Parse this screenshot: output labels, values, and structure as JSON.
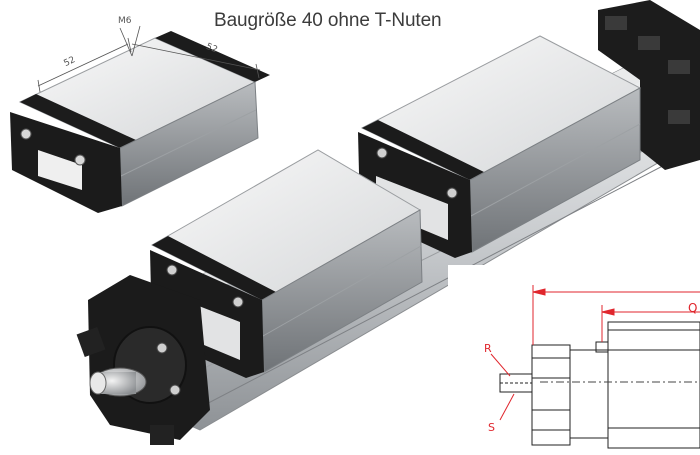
{
  "title": "Baugröße 40 ohne T-Nuten",
  "detail_dimensions": {
    "thread": "M6",
    "length_left": "52",
    "length_right": "52"
  },
  "drawing_labels": {
    "r": "R",
    "s": "S",
    "q": "Q"
  },
  "colors": {
    "dimension_red": "#e0262d",
    "aluminium": "#c9ccd0",
    "end_cap": "#1b1b1b"
  }
}
